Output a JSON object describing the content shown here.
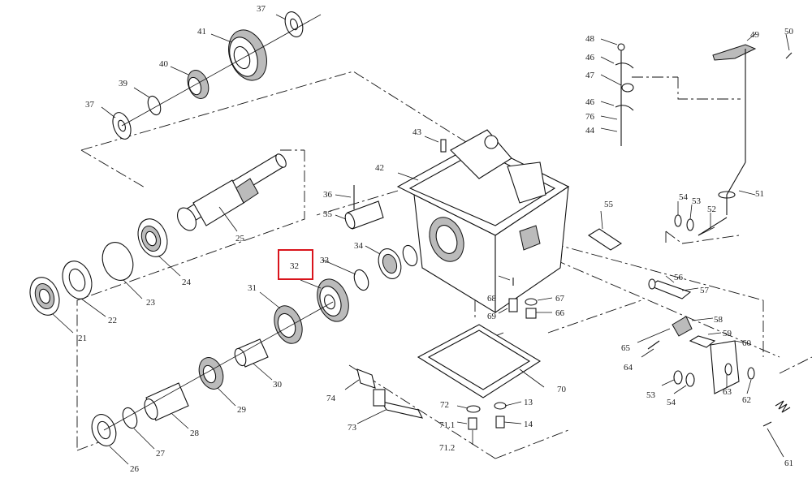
{
  "highlighted_label": "32",
  "highlight_color": "#d9141c",
  "labels": {
    "p37a": "37",
    "p41": "41",
    "p40": "40",
    "p39": "39",
    "p37b": "37",
    "p48": "48",
    "p49": "49",
    "p50": "50",
    "p46a": "46",
    "p47": "47",
    "p46b": "46",
    "p76": "76",
    "p44": "44",
    "p43": "43",
    "p42": "42",
    "p36": "36",
    "p35": "35",
    "p25": "25",
    "p51": "51",
    "p54a": "54",
    "p53a": "53",
    "p52": "52",
    "p55": "55",
    "p32": "32",
    "p33": "33",
    "p34": "34",
    "p24": "24",
    "p23": "23",
    "p22": "22",
    "p21": "21",
    "p31": "31",
    "p56": "56",
    "p57": "57",
    "p68": "68",
    "p67": "67",
    "p69": "69",
    "p66": "66",
    "p58": "58",
    "p65": "65",
    "p59": "59",
    "p60": "60",
    "p64": "64",
    "p30": "30",
    "p29": "29",
    "p28": "28",
    "p27": "27",
    "p26": "26",
    "p74": "74",
    "p70": "70",
    "p72": "72",
    "p13": "13",
    "p71_1": "71.1",
    "p14": "14",
    "p71_2": "71.2",
    "p73": "73",
    "p53b": "53",
    "p54b": "54",
    "p63": "63",
    "p62": "62",
    "p61": "61"
  }
}
